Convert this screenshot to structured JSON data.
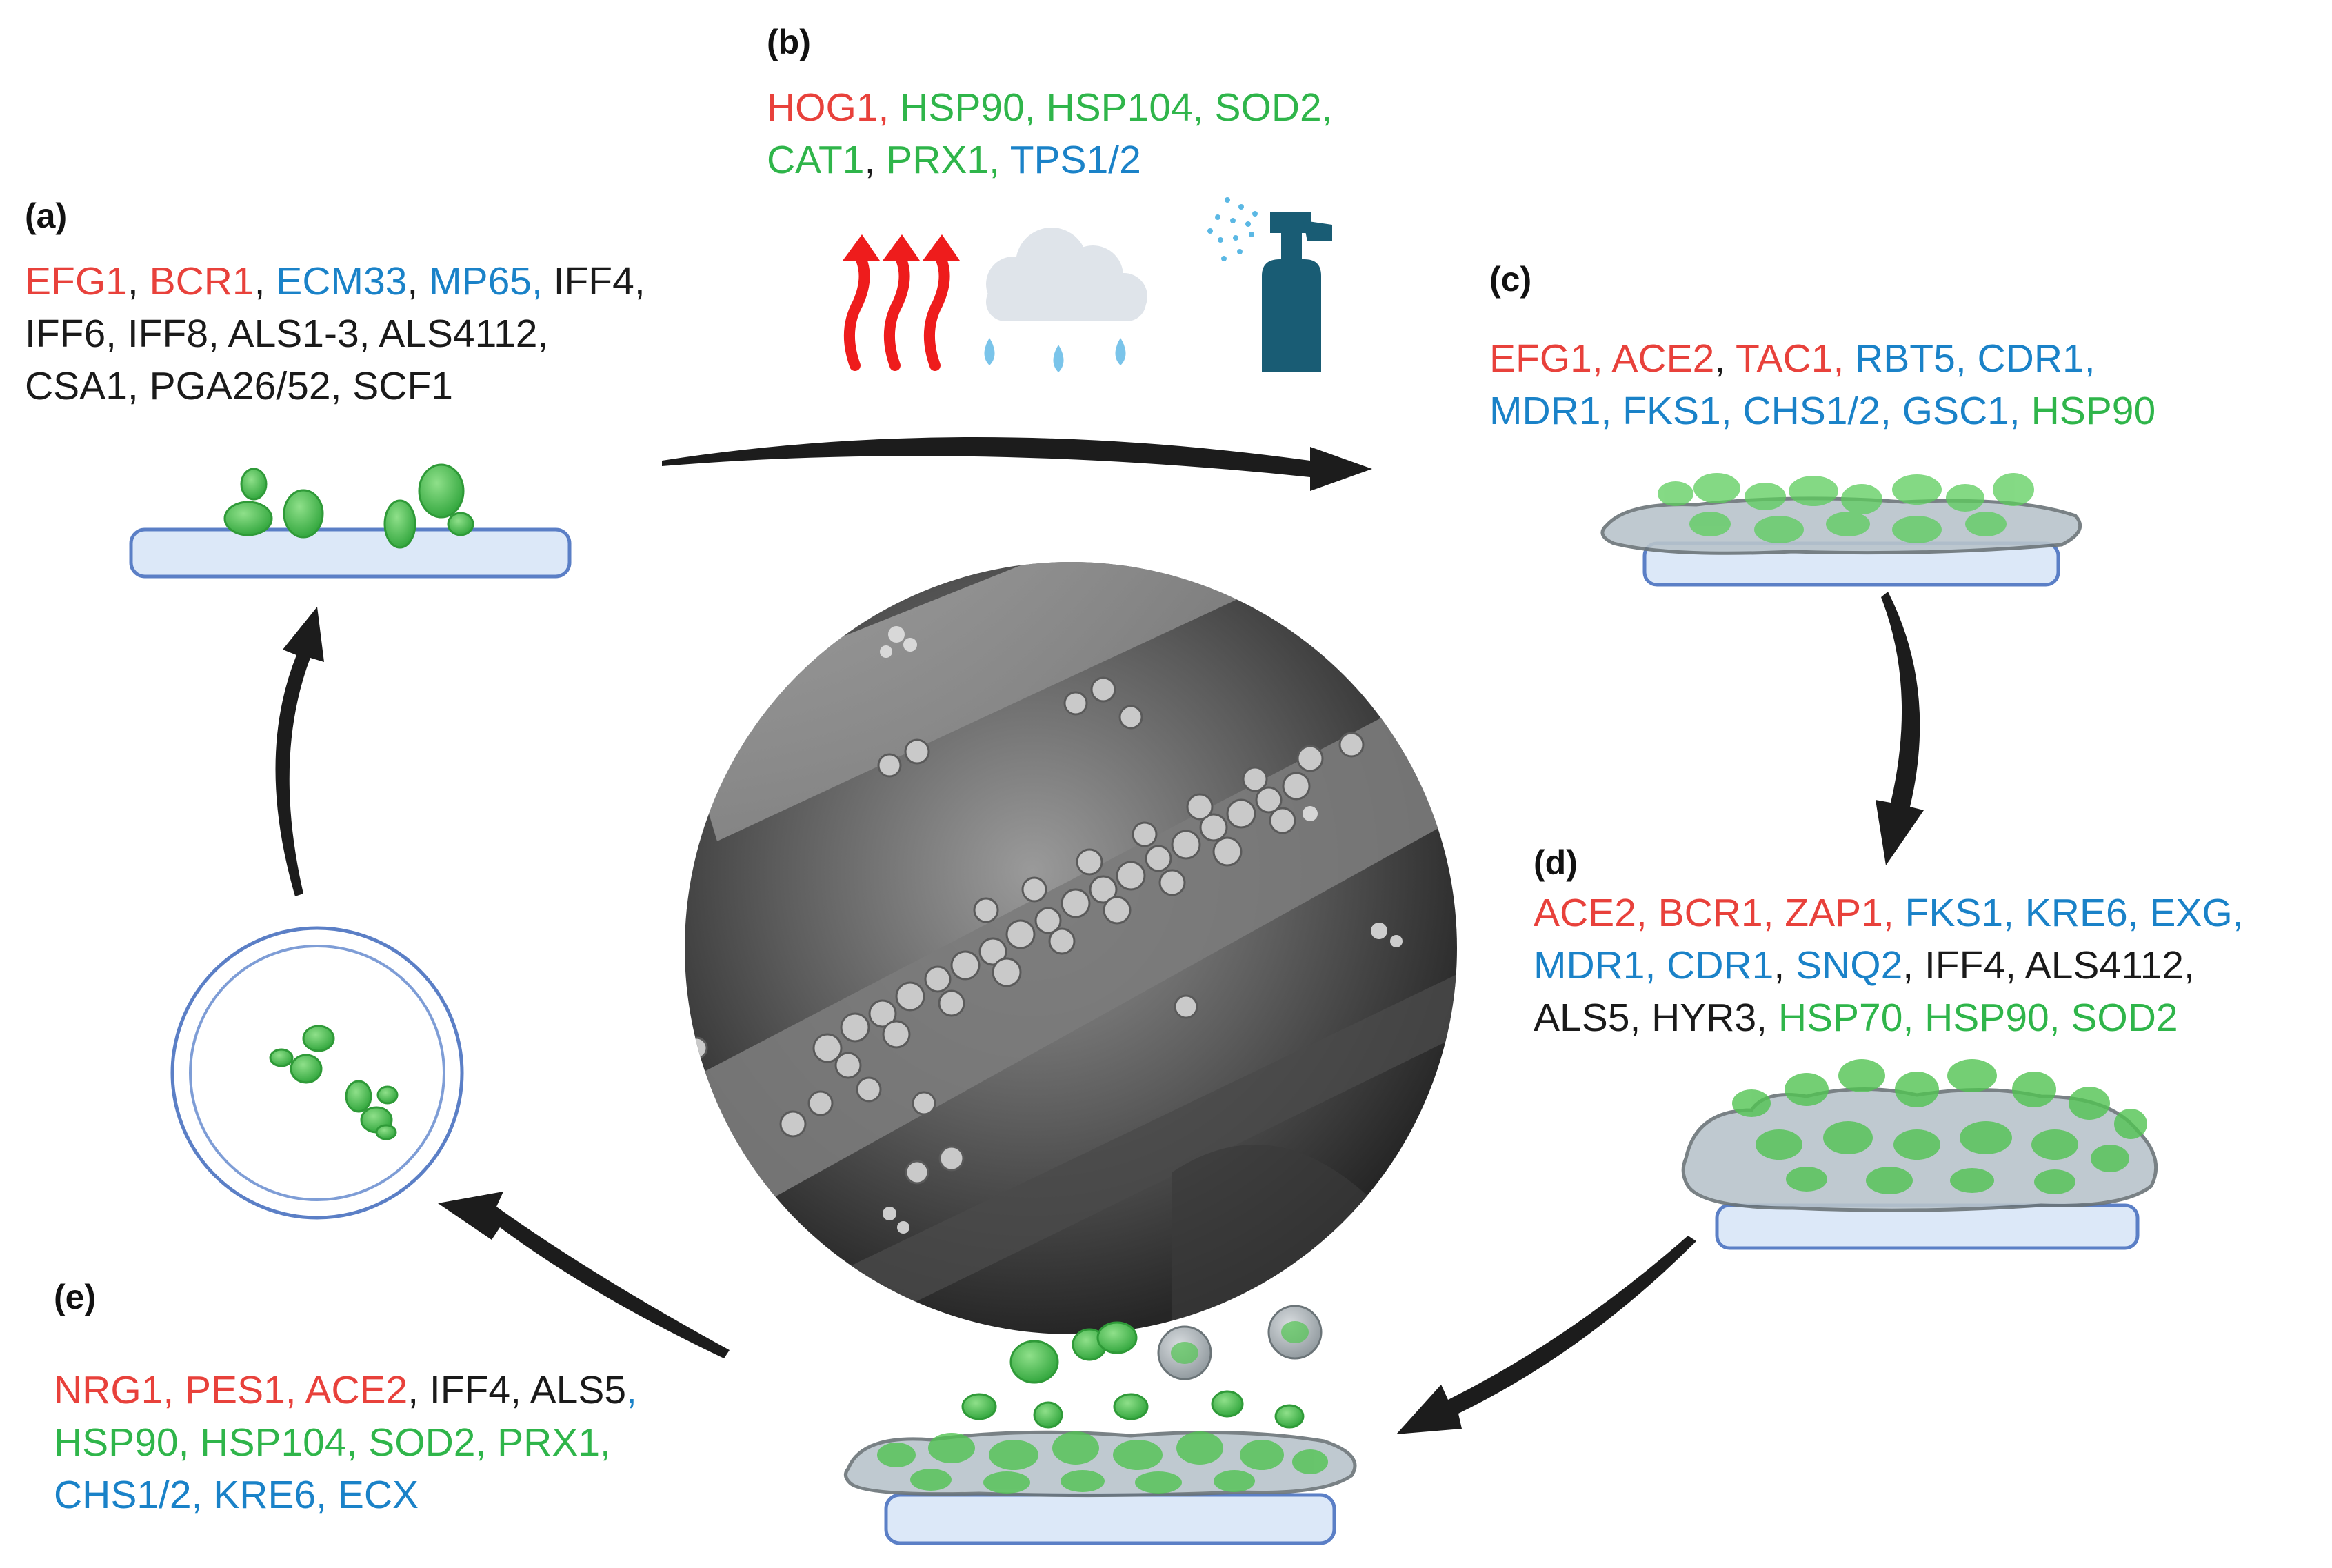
{
  "colors": {
    "red": "#e8413b",
    "blue": "#1a82c8",
    "green": "#2fb54a",
    "black": "#1a1a1a",
    "arrow": "#1c1c1c",
    "substrate_fill": "#dce8f8",
    "substrate_stroke": "#5b7fc6",
    "cell_green": "#4cc24c",
    "bottle": "#195c74"
  },
  "stages": {
    "a": {
      "label": "(a)",
      "lines": [
        [
          {
            "t": "EFG1",
            "c": "red"
          },
          {
            "t": ", ",
            "c": "black"
          },
          {
            "t": "BCR1",
            "c": "red"
          },
          {
            "t": ", ",
            "c": "black"
          },
          {
            "t": "ECM33",
            "c": "blue"
          },
          {
            "t": ", ",
            "c": "black"
          },
          {
            "t": "MP65,",
            "c": "blue"
          },
          {
            "t": " IFF4,",
            "c": "black"
          }
        ],
        [
          {
            "t": "IFF6, IFF8, ALS1-3, ALS4112,",
            "c": "black"
          }
        ],
        [
          {
            "t": "CSA1, PGA26/52, SCF1",
            "c": "black"
          }
        ]
      ]
    },
    "b": {
      "label": "(b)",
      "lines": [
        [
          {
            "t": "HOG1,",
            "c": "red"
          },
          {
            "t": " HSP90, HSP104, SOD2,",
            "c": "green"
          }
        ],
        [
          {
            "t": "CAT1",
            "c": "green"
          },
          {
            "t": ", ",
            "c": "black"
          },
          {
            "t": "PRX1, ",
            "c": "green"
          },
          {
            "t": "TPS1/2",
            "c": "blue"
          }
        ]
      ]
    },
    "c": {
      "label": "(c)",
      "lines": [
        [
          {
            "t": "EFG1, ACE2",
            "c": "red"
          },
          {
            "t": ", ",
            "c": "black"
          },
          {
            "t": "TAC1, ",
            "c": "red"
          },
          {
            "t": "RBT5, CDR1,",
            "c": "blue"
          }
        ],
        [
          {
            "t": "MDR1, FKS1, CHS1/2, GSC1, ",
            "c": "blue"
          },
          {
            "t": "HSP90",
            "c": "green"
          }
        ]
      ]
    },
    "d": {
      "label": "(d)",
      "lines": [
        [
          {
            "t": "ACE2, BCR1, ZAP1, ",
            "c": "red"
          },
          {
            "t": "FKS1, KRE6, EXG,",
            "c": "blue"
          }
        ],
        [
          {
            "t": "MDR1, CDR1",
            "c": "blue"
          },
          {
            "t": ", ",
            "c": "black"
          },
          {
            "t": "SNQ2",
            "c": "blue"
          },
          {
            "t": ",  IFF4, ALS4112,",
            "c": "black"
          }
        ],
        [
          {
            "t": "ALS5, HYR3, ",
            "c": "black"
          },
          {
            "t": "HSP70, HSP90, SOD2",
            "c": "green"
          }
        ]
      ]
    },
    "e": {
      "label": "(e)",
      "lines": [
        [
          {
            "t": "NRG1, PES1, ACE2",
            "c": "red"
          },
          {
            "t": ", IFF4, ALS5",
            "c": "black"
          },
          {
            "t": ",",
            "c": "blue"
          }
        ],
        [
          {
            "t": "HSP90, HSP104, SOD2, PRX1,",
            "c": "green"
          }
        ],
        [
          {
            "t": "CHS1/2, KRE6, ECX",
            "c": "blue"
          }
        ]
      ]
    }
  }
}
